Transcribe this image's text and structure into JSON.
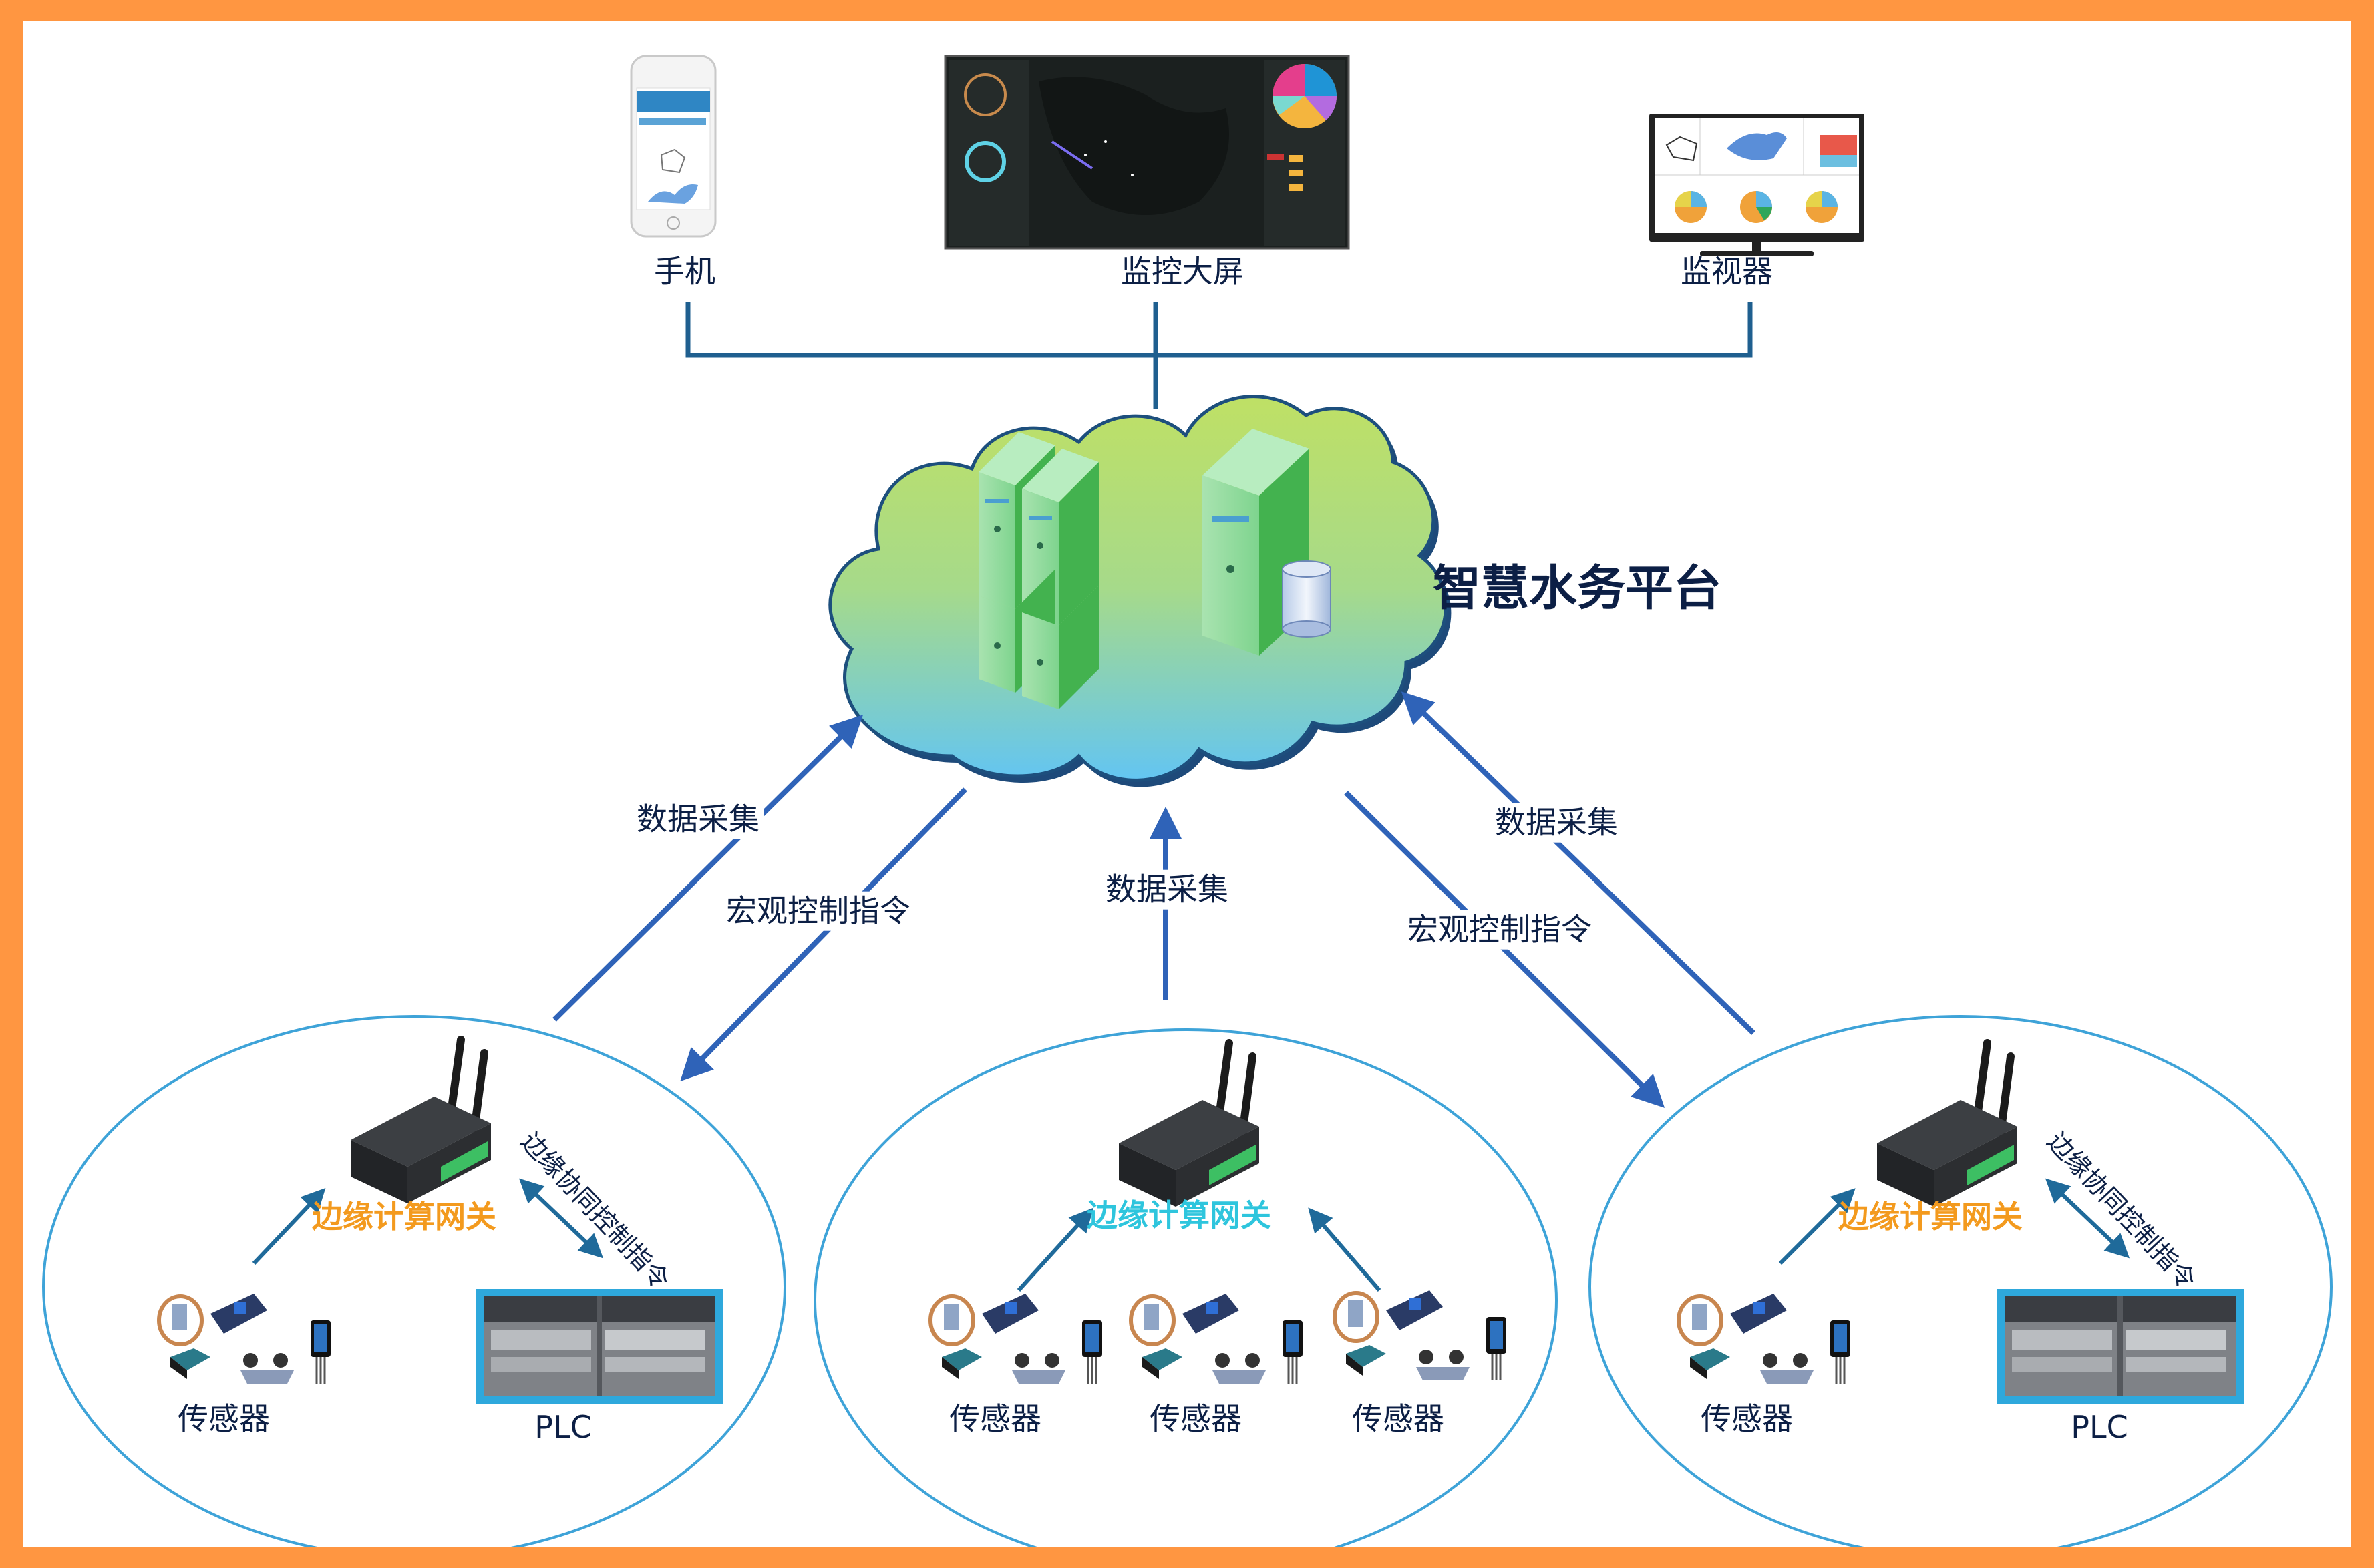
{
  "platform": {
    "title": "智慧水务平台"
  },
  "clients": [
    {
      "id": "phone",
      "label": "手机"
    },
    {
      "id": "big-screen",
      "label": "监控大屏"
    },
    {
      "id": "monitor",
      "label": "监视器"
    }
  ],
  "flows": {
    "left_up": "数据采集",
    "left_down": "宏观控制指令",
    "center_up": "数据采集",
    "right_up": "数据采集",
    "right_down": "宏观控制指令"
  },
  "edge_sites": [
    {
      "gateway_label": "边缘计算网关",
      "gateway_color": "#F39A1E",
      "coop_label": "边缘协同控制指令",
      "sensor_labels": [
        "传感器"
      ],
      "plc_label": "PLC"
    },
    {
      "gateway_label": "边缘计算网关",
      "gateway_color": "#2EC5DD",
      "sensor_labels": [
        "传感器",
        "传感器",
        "传感器"
      ]
    },
    {
      "gateway_label": "边缘计算网关",
      "gateway_color": "#F39A1E",
      "coop_label": "边缘协同控制指令",
      "sensor_labels": [
        "传感器"
      ],
      "plc_label": "PLC"
    }
  ],
  "colors": {
    "frame": "#FF9641",
    "line": "#1F5F8F",
    "arrow": "#2F63B8",
    "ellipse": "#3EA3D8",
    "text": "#0C1F45"
  }
}
